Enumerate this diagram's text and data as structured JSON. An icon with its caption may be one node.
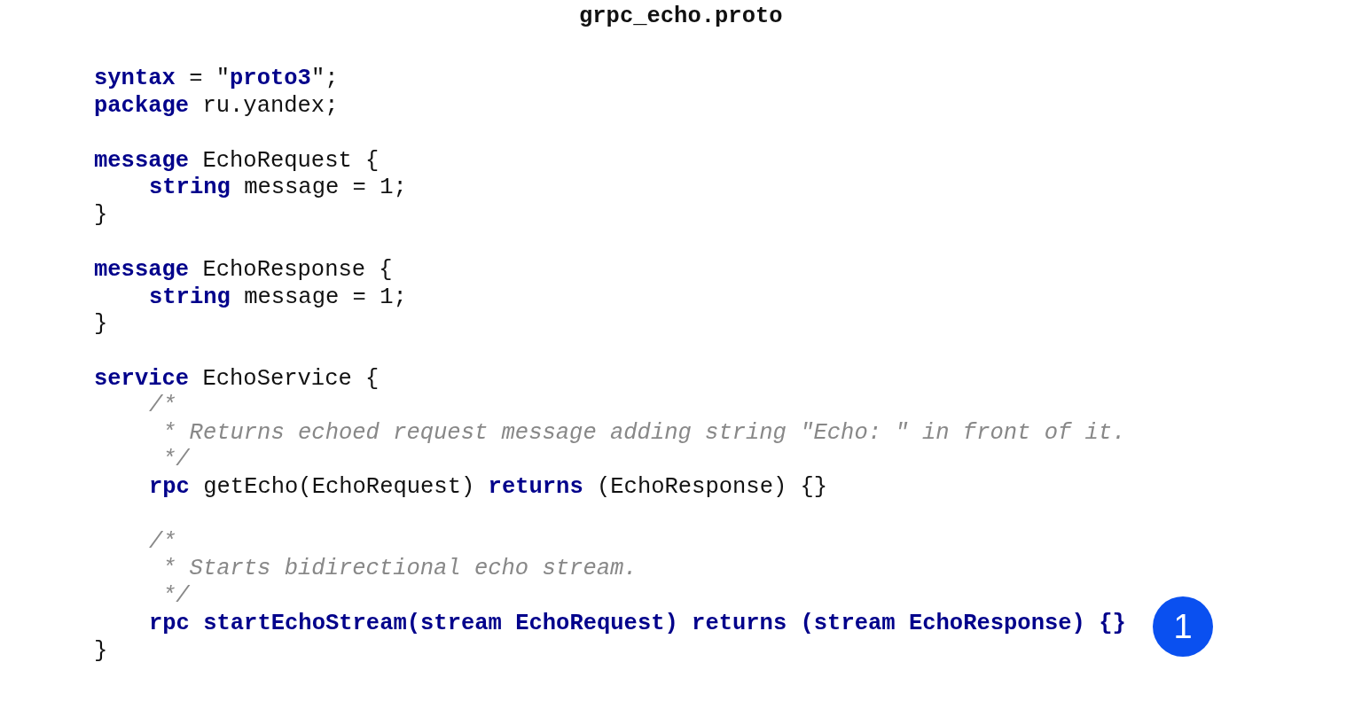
{
  "diagram": {
    "title": "grpc_echo.proto",
    "labels": [
      "**syntax** = \"**proto3**\";",
      "**package** ru.yandex;",
      "**message** EchoRequest {",
      "**string** message = 1;",
      "}",
      "**message** EchoResponse {",
      "**string** message = 1;",
      "}",
      "**service** EchoService {",
      "/*",
      "* Returns echoed request message adding string \"Echo: \" in front of it.",
      "*/",
      "**rpc** getEcho(EchoRequest) **returns** (EchoResponse) {}",
      "/*",
      "* Starts bidirectional echo stream.",
      "*/",
      "**rpc startEchoStream(stream EchoRequest) returns (stream EchoResponse) {}**",
      "}",
      "1"
    ]
  }
}
